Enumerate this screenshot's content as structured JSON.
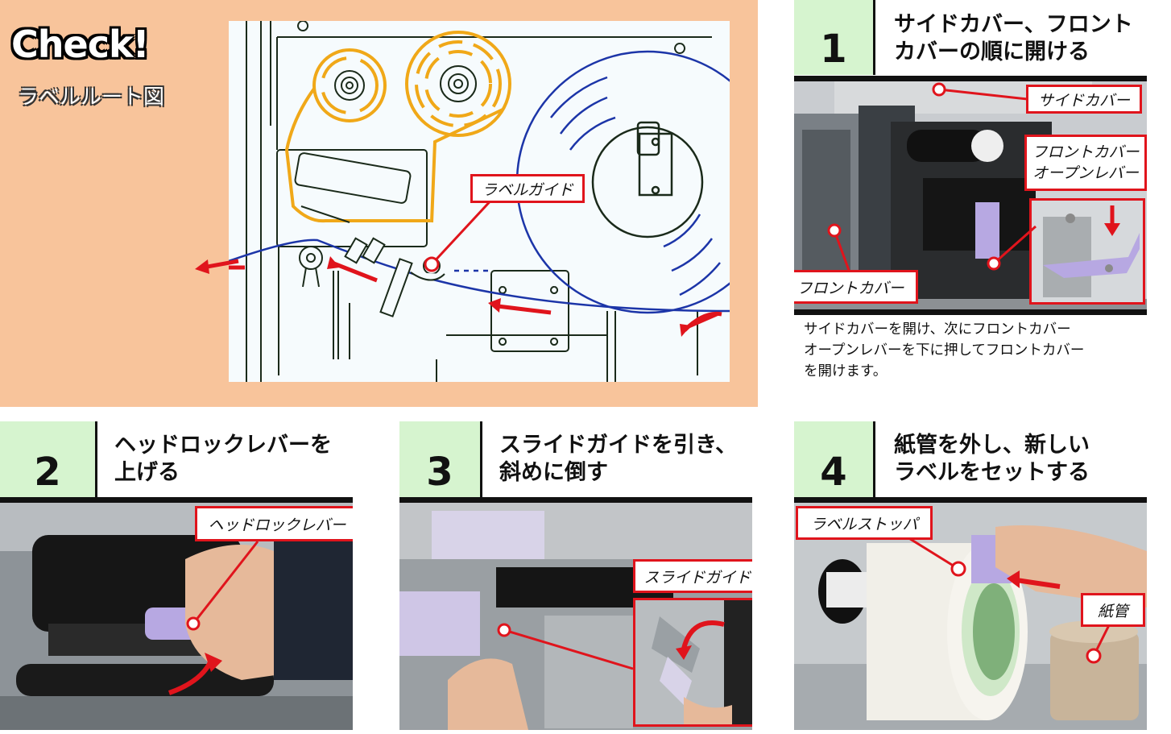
{
  "check": {
    "title": "Check!",
    "subtitle": "ラベルルート図",
    "diagram_label": "ラベルガイド"
  },
  "steps": [
    {
      "number": "1",
      "title_line1": "サイドカバー、フロント",
      "title_line2": "カバーの順に開ける",
      "callouts": {
        "side_cover": "サイドカバー",
        "front_lever_1": "フロントカバー",
        "front_lever_2": "オープンレバー",
        "front_cover": "フロントカバー"
      },
      "description_line1": "サイドカバーを開け、次にフロントカバー",
      "description_line2": "オープンレバーを下に押してフロントカバー",
      "description_line3": "を開けます。"
    },
    {
      "number": "2",
      "title_line1": "ヘッドロックレバーを",
      "title_line2": "上げる",
      "callouts": {
        "head_lock_lever": "ヘッドロックレバー"
      }
    },
    {
      "number": "3",
      "title_line1": "スライドガイドを引き、",
      "title_line2": "斜めに倒す",
      "callouts": {
        "slide_guide": "スライドガイド"
      }
    },
    {
      "number": "4",
      "title_line1": "紙管を外し、新しい",
      "title_line2": "ラベルをセットする",
      "callouts": {
        "label_stopper": "ラベルストッパ",
        "paper_core": "紙管"
      }
    }
  ],
  "colors": {
    "accent_red": "#e0141c",
    "label_path_blue": "#1c35a8",
    "ribbon_path_orange": "#f0a818",
    "check_bg": "#f8c49b",
    "step_num_bg": "#d6f4cf"
  }
}
